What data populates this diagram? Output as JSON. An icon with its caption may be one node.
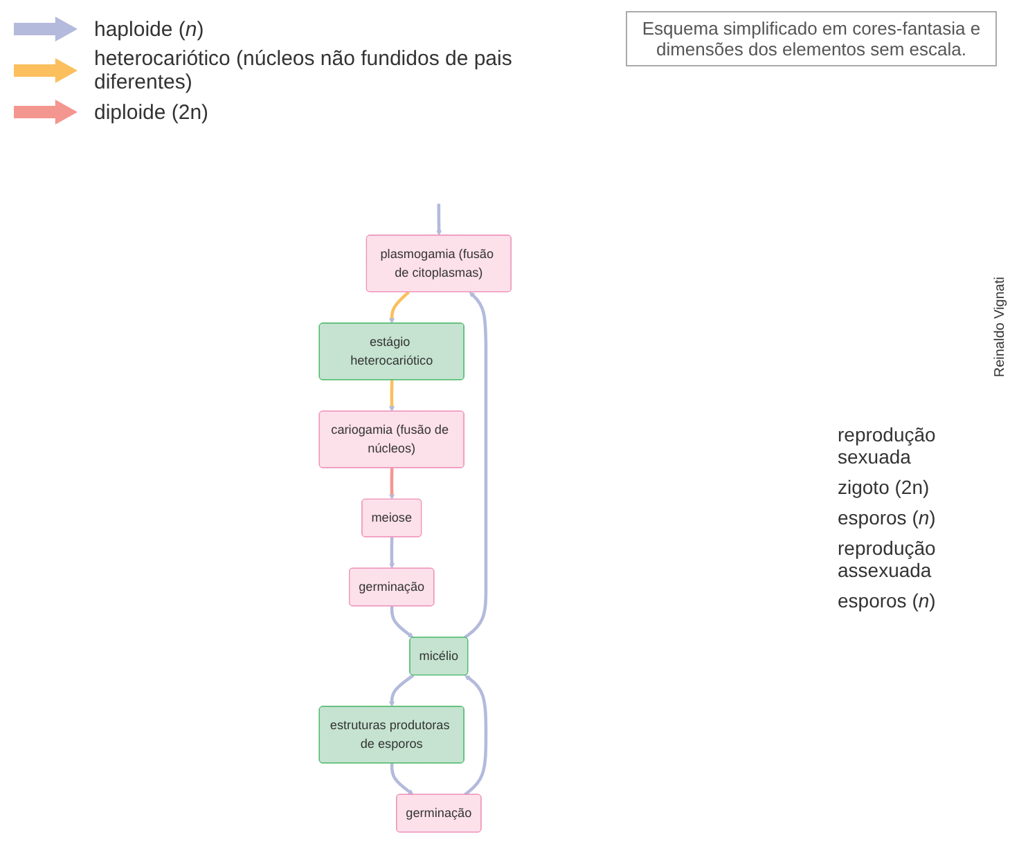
{
  "diagram": {
    "nodes": [
      {
        "text": [
          "plasmogamia (fusão de citoplasmas)"
        ]
      },
      {
        "text": [
          "estágio heterocariótico"
        ]
      },
      {
        "text": [
          "cariogamia (fusão de núcleos)"
        ]
      },
      {
        "text": [
          "meiose"
        ]
      },
      {
        "text": [
          "germinação"
        ]
      },
      {
        "text": [
          "micélio"
        ]
      },
      {
        "text": [
          "estruturas produtoras de esporos"
        ]
      },
      {
        "text": [
          "germinação"
        ]
      }
    ],
    "edges": [
      {
        "from": null,
        "to": 0,
        "arrow": "to"
      },
      {
        "from": 0,
        "to": 1,
        "arrow": "to",
        "color": "#fbbf5e"
      },
      {
        "from": 1,
        "to": 2,
        "arrow": "to",
        "color": "#fbbf5e"
      },
      {
        "from": 2,
        "to": 3,
        "arrow": "to",
        "color": "#f49690"
      },
      {
        "from": 3,
        "to": 4,
        "arrow": "to"
      },
      {
        "from": 4,
        "to": 5,
        "arrow": "to"
      },
      {
        "from": 5,
        "to": 0,
        "arrow": "to"
      },
      {
        "from": 5,
        "to": 6,
        "arrow": "to"
      },
      {
        "from": 6,
        "to": 7,
        "arrow": "to"
      },
      {
        "from": 7,
        "to": 5,
        "arrow": "to"
      }
    ],
    "labels": [
      "Esquema simplificado em cores-fantasia e dimensões dos elementos sem escala.",
      "Reinaldo Vignati",
      "reprodução sexuada",
      "zigoto (2n)",
      "esporos (*n*)",
      "reprodução assexuada",
      "esporos (*n*)"
    ],
    "legend": [
      {
        "text": "haploide (*n*)",
        "color": "#b3badb"
      },
      {
        "text": "heterocariótico (núcleos não fundidos de pais diferentes)",
        "color": "#fbbf5e"
      },
      {
        "text": "diploide (2n)",
        "color": "#f49690"
      }
    ]
  }
}
